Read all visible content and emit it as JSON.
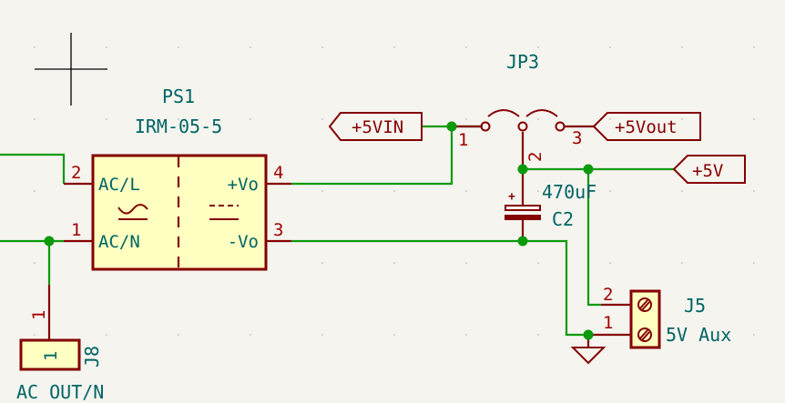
{
  "schematic": {
    "cursor": "crosshair",
    "components": {
      "ps1": {
        "ref": "PS1",
        "value": "IRM-05-5",
        "pins": {
          "ac_l": {
            "number": "2",
            "name": "AC/L"
          },
          "ac_n": {
            "number": "1",
            "name": "AC/N"
          },
          "vo_plus": {
            "number": "4",
            "name": "+Vo"
          },
          "vo_minus": {
            "number": "3",
            "name": "-Vo"
          }
        }
      },
      "jp3": {
        "ref": "JP3",
        "pins": {
          "p1": "1",
          "p2": "2",
          "p3": "3"
        }
      },
      "c2": {
        "ref": "C2",
        "value": "470uF",
        "polarity_mark": "+"
      },
      "j5": {
        "ref": "J5",
        "value": "5V Aux",
        "pins": {
          "p1": "1",
          "p2": "2"
        }
      },
      "j8": {
        "ref": "J8",
        "value": "AC OUT/N",
        "pin_outer": "1",
        "pin_inner": "1"
      }
    },
    "labels": {
      "vin": "+5VIN",
      "vout": "+5Vout",
      "v5": "+5V"
    },
    "colors": {
      "wire": "#0a9a0a",
      "component": "#840000",
      "body_fill": "#ffffc2",
      "text": "#006464",
      "background": "#f5f4ef"
    }
  }
}
